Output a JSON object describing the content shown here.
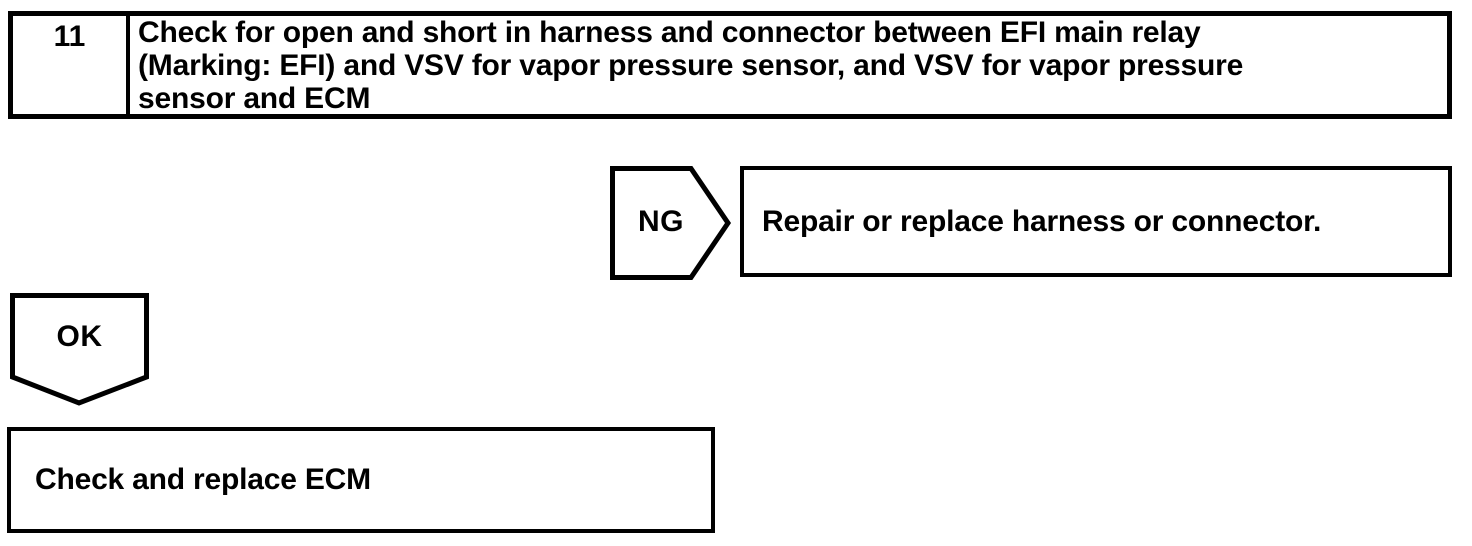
{
  "colors": {
    "ink": "#000000",
    "paper": "#ffffff"
  },
  "step_box": {
    "number": "11",
    "instruction_lines": [
      "Check for open and short in harness and connector between EFI main relay",
      "(Marking: EFI) and VSV for vapor pressure sensor, and VSV for vapor pressure",
      "sensor and ECM"
    ]
  },
  "ng_branch": {
    "connector_label": "NG",
    "action": "Repair or replace harness or connector."
  },
  "ok_branch": {
    "connector_label": "OK",
    "action": "Check and replace ECM"
  }
}
